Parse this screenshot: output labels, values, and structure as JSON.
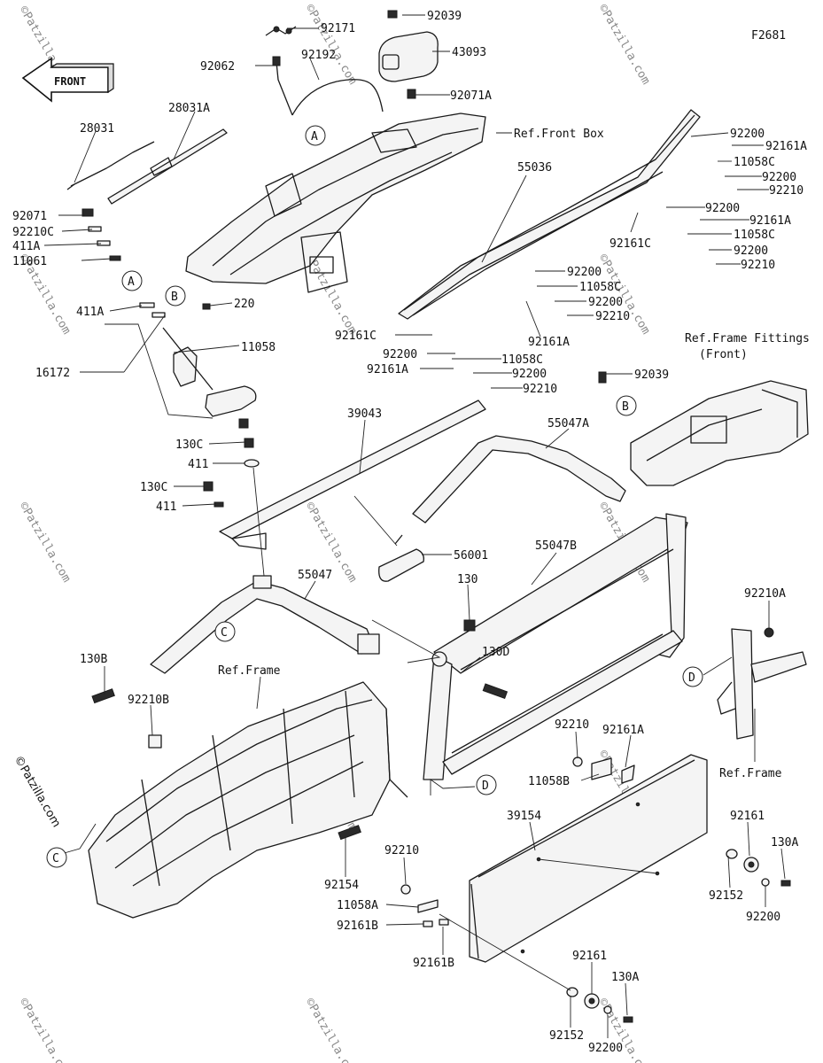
{
  "figure_code": "F2681",
  "direction_arrow": {
    "text": "FRONT"
  },
  "watermark": "©Patzilla.com",
  "part_labels": {
    "p92039a": "92039",
    "p92171": "92171",
    "p43093": "43093",
    "p92062": "92062",
    "p92192": "92192",
    "p92071a": "92071A",
    "p28031": "28031",
    "p28031a": "28031A",
    "p92071": "92071",
    "p92210c": "92210C",
    "p411a_1": "411A",
    "p11061": "11061",
    "p411a_2": "411A",
    "p220": "220",
    "p11058": "11058",
    "p16172": "16172",
    "p55036": "55036",
    "p92200_a": "92200",
    "p92161a_a": "92161A",
    "p11058c_a": "11058C",
    "p92200_b": "92200",
    "p92210_a": "92210",
    "p92161c_a": "92161C",
    "p92200_c": "92200",
    "p92161a_b": "92161A",
    "p11058c_b": "11058C",
    "p92200_d": "92200",
    "p92210_b": "92210",
    "p92200_e": "92200",
    "p11058c_c": "11058C",
    "p92200_f": "92200",
    "p92210_c": "92210",
    "p92161a_c": "92161A",
    "p92161c_b": "92161C",
    "p92200_g": "92200",
    "p11058c_d": "11058C",
    "p92161a_d": "92161A",
    "p92200_h": "92200",
    "p92210_d": "92210",
    "p92039b": "92039",
    "p39043": "39043",
    "p55047a": "55047A",
    "p130c_a": "130C",
    "p411_a": "411",
    "p130c_b": "130C",
    "p411_b": "411",
    "p56001": "56001",
    "p55047": "55047",
    "p55047b": "55047B",
    "p130": "130",
    "p130d": "130D",
    "p130b": "130B",
    "p92210b": "92210B",
    "p92210a": "92210A",
    "p92210_e": "92210",
    "p92161a_e": "92161A",
    "p11058b": "11058B",
    "p39154": "39154",
    "p92161_a": "92161",
    "p130a_a": "130A",
    "p92152_a": "92152",
    "p92200_i": "92200",
    "p92154": "92154",
    "p92210_f": "92210",
    "p11058a": "11058A",
    "p92161b_a": "92161B",
    "p92161b_b": "92161B",
    "p92161_b": "92161",
    "p130a_b": "130A",
    "p92152_b": "92152",
    "p92200_j": "92200"
  },
  "reference_labels": {
    "front_box": "Ref.Front Box",
    "frame_fittings_line1": "Ref.Frame Fittings",
    "frame_fittings_line2": "(Front)",
    "frame_left": "Ref.Frame",
    "frame_right": "Ref.Frame"
  },
  "callouts": {
    "a_top": "A",
    "a_left": "A",
    "b_left": "B",
    "b_right": "B",
    "c_rop": "C",
    "c_frame": "C",
    "d_rop": "D",
    "d_frame": "D"
  }
}
